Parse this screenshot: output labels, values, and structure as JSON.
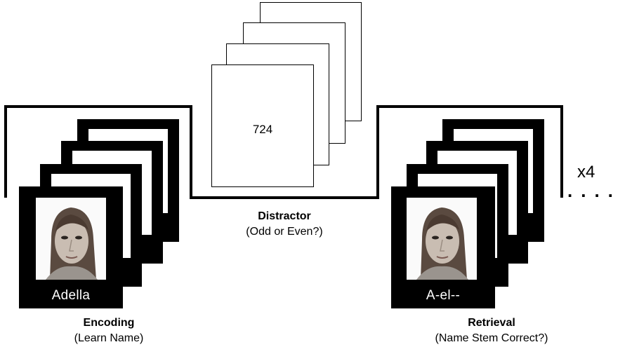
{
  "encoding": {
    "title": "Encoding",
    "subtitle": "(Learn Name)",
    "card_label": "Adella"
  },
  "distractor": {
    "title": "Distractor",
    "subtitle": "(Odd or Even?)",
    "number": "724"
  },
  "retrieval": {
    "title": "Retrieval",
    "subtitle": "(Name Stem Correct?)",
    "card_label": "A-el--"
  },
  "repeat_label": "x4",
  "continuation": "....",
  "colors": {
    "card_frame": "#000000",
    "card_text": "#ffffff",
    "background": "#ffffff"
  }
}
